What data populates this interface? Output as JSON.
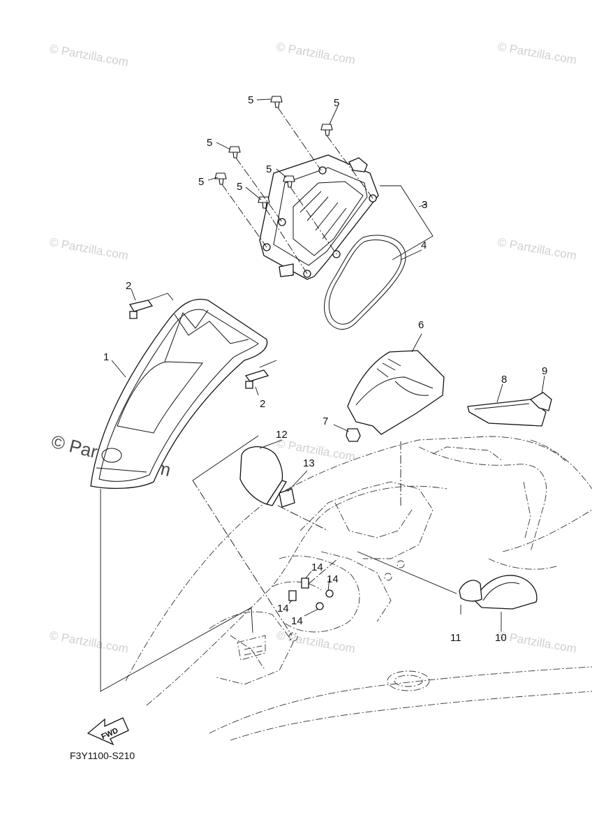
{
  "watermarks": {
    "small_text": "© Partzilla.com",
    "big_text": "© Partzilla.com"
  },
  "callouts": {
    "c1": "1",
    "c2a": "2",
    "c2b": "2",
    "c3": "3",
    "c4": "4",
    "c5a": "5",
    "c5b": "5",
    "c5c": "5",
    "c5d": "5",
    "c5e": "5",
    "c5f": "5",
    "c6": "6",
    "c7": "7",
    "c8": "8",
    "c9": "9",
    "c10": "10",
    "c11": "11",
    "c12": "12",
    "c13": "13",
    "c14a": "14",
    "c14b": "14",
    "c14c": "14",
    "c14d": "14"
  },
  "diagram_code": "F3Y1100-S210",
  "fwd_label": "FWD",
  "colors": {
    "ink": "#111111",
    "watermark": "#d0d0d0",
    "background": "#ffffff"
  }
}
